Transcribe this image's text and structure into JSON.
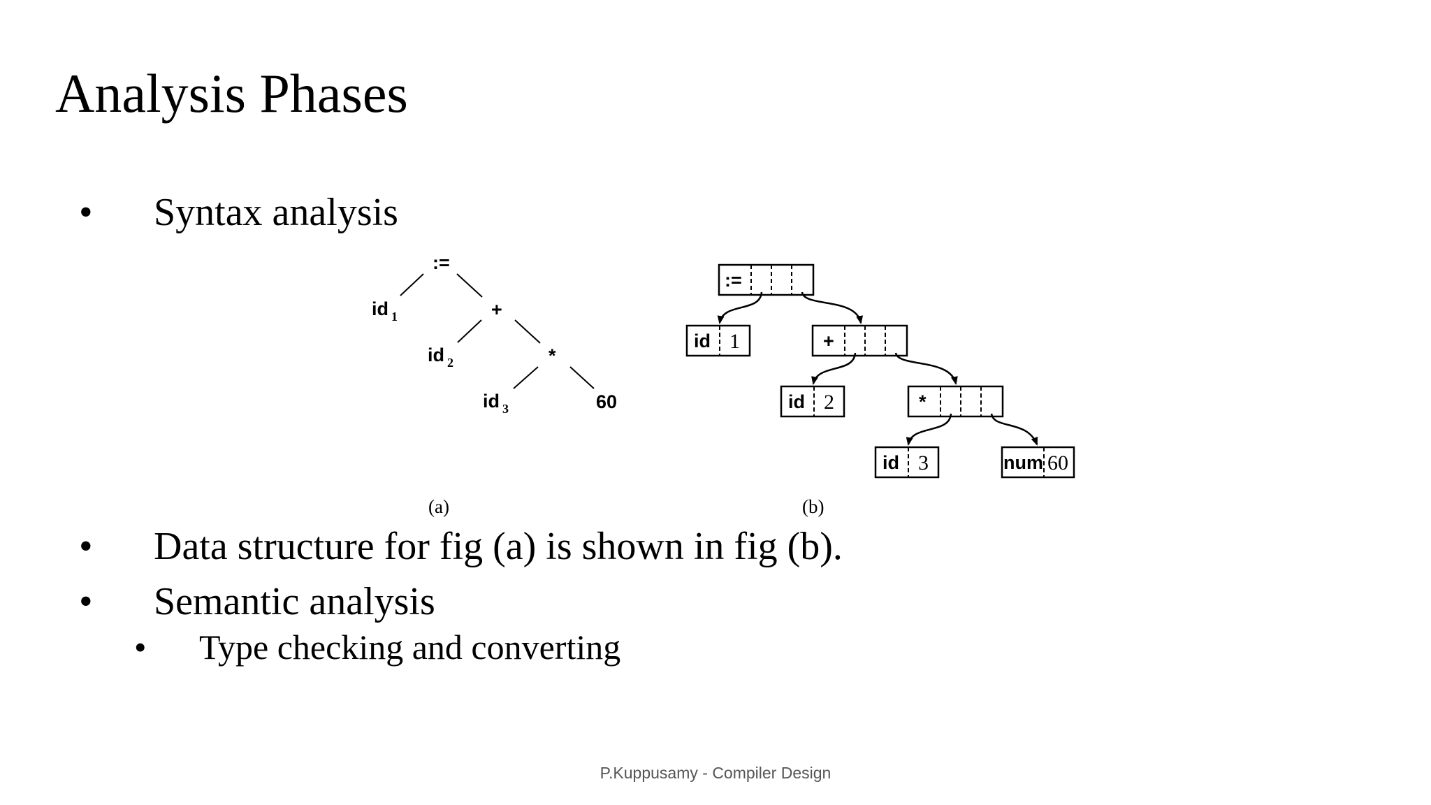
{
  "slide": {
    "title": "Analysis Phases",
    "bullets": [
      {
        "marker": "•",
        "text": "Syntax analysis"
      },
      {
        "marker": "•",
        "text": "Data structure for fig (a) is shown in fig (b)."
      },
      {
        "marker": "•",
        "text": "Semantic analysis"
      }
    ],
    "sub_bullets": [
      {
        "marker": "•",
        "text": "Type checking and converting"
      }
    ],
    "footer": "P.Kuppusamy - Compiler Design"
  },
  "figure": {
    "tree_a": {
      "caption": "(a)",
      "root": ":=",
      "plus": "+",
      "times": "*",
      "id": "id",
      "id1_sub": "1",
      "id2_sub": "2",
      "id3_sub": "3",
      "constant": "60"
    },
    "tree_b": {
      "caption": "(b)",
      "root_op": ":=",
      "plus_op": "+",
      "times_op": "*",
      "id_label": "id",
      "id1_val": "1",
      "id2_val": "2",
      "id3_val": "3",
      "num_label": "num",
      "num_val": "60"
    }
  }
}
